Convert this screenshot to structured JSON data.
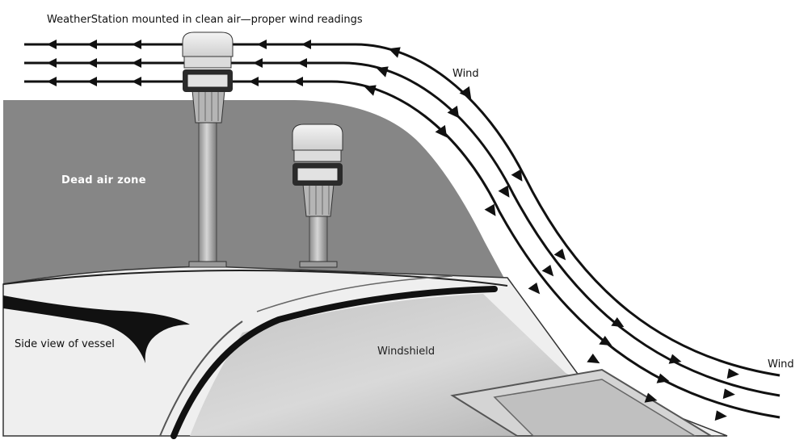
{
  "labels": {
    "title": "WeatherStation mounted in clean air—proper wind readings",
    "wind_top": "Wind",
    "wind_right": "Wind",
    "dead_air_zone": "Dead air zone",
    "side_view": "Side view of vessel",
    "windshield": "Windshield"
  },
  "colors": {
    "dead_air": "#868686",
    "flow_line": "#111111",
    "hull": "#efefef",
    "glass": "#b9b9b9",
    "sensor_dark": "#2b2b2b",
    "mast": "#a8a8a8"
  }
}
